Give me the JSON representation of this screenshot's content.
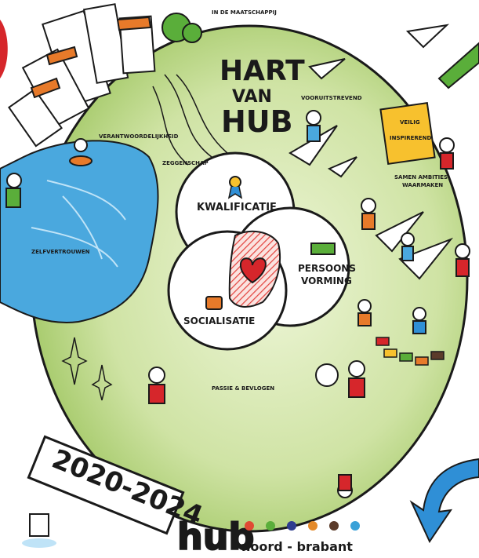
{
  "title": {
    "line1": "HART",
    "line2": "VAN",
    "line3": "HUB"
  },
  "outer_label": "IN DE MAATSCHAPPIJ",
  "venn": {
    "top": "KWALIFICATIE",
    "right_line1": "PERSOONS",
    "right_line2": "VORMING",
    "left": "SOCIALISATIE"
  },
  "labels": {
    "vooruitstrevend": "VOORUITSTREVEND",
    "veilig": "VEILIG",
    "inspirerend": "INSPIREREND",
    "samen_line1": "SAMEN AMBITIES",
    "samen_line2": "WAARMAKEN",
    "verantwoordelijkheid": "VERANTWOORDELIJKHEID",
    "zeggenschap": "ZEGGENSCHAP",
    "zelfvertrouwen": "ZELFVERTROUWEN",
    "passie": "PASSIE & BEVLOGEN"
  },
  "banner": {
    "years": "2020-2024"
  },
  "logo": {
    "hub": "hub",
    "region": "noord - brabant"
  },
  "colors": {
    "circle": "#cfe3a4",
    "water": "#4aa8de",
    "heart": "#d6262b",
    "hatch": "#e3443f",
    "book": "#f7c12e",
    "arrow_blue": "#2f8fd6",
    "arrow_green": "#5aae3a",
    "roof": "#e77a2a",
    "dots": [
      "#e04a34",
      "#5aae3a",
      "#2e3c8f",
      "#e48a2a",
      "#5b3b2a",
      "#3aa1d8"
    ]
  }
}
